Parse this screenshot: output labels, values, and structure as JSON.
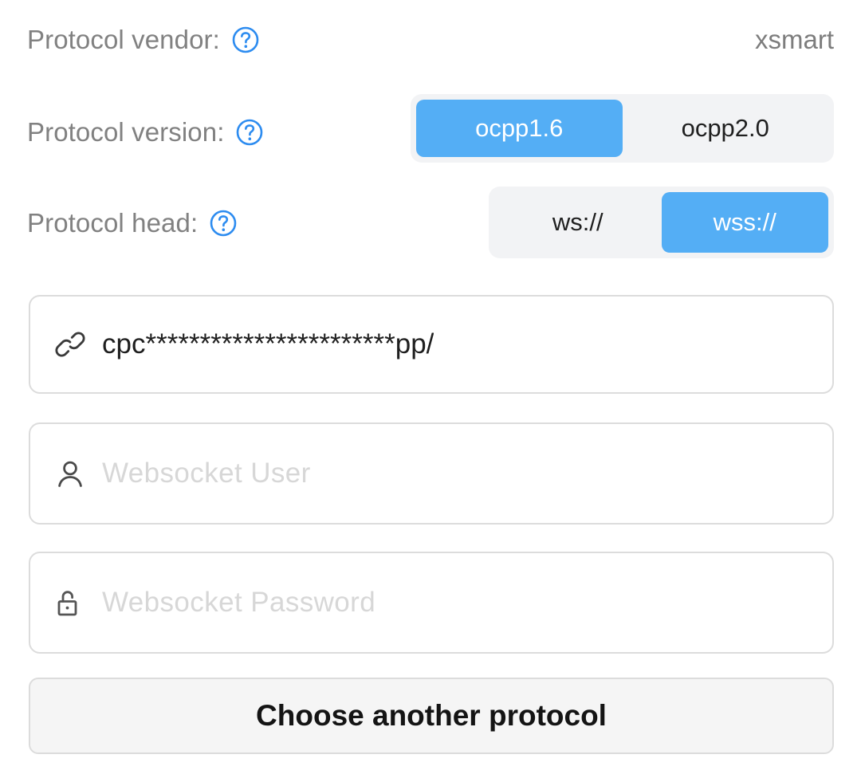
{
  "settings": {
    "vendor_row": {
      "label": "Protocol vendor:",
      "help_icon": "help-circle-icon",
      "value": "xsmart"
    },
    "version_row": {
      "label": "Protocol version:",
      "help_icon": "help-circle-icon",
      "options": [
        "ocpp1.6",
        "ocpp2.0"
      ],
      "selected": "ocpp1.6"
    },
    "head_row": {
      "label": "Protocol head:",
      "help_icon": "help-circle-icon",
      "options": [
        "ws://",
        "wss://"
      ],
      "selected": "wss://"
    }
  },
  "fields": {
    "url": {
      "icon": "link-icon",
      "value": "cpc***********************pp/",
      "placeholder": ""
    },
    "user": {
      "icon": "user-icon",
      "value": "",
      "placeholder": "Websocket User"
    },
    "password": {
      "icon": "unlocked-padlock-icon",
      "value": "",
      "placeholder": "Websocket Password"
    }
  },
  "actions": {
    "choose_protocol_label": "Choose another protocol"
  },
  "colors": {
    "accent_blue": "#54aef5",
    "help_icon_blue": "#2d8cf0",
    "track_gray": "#f2f3f5",
    "label_gray": "#818181",
    "placeholder_gray": "#d7d7d7",
    "border_gray": "#dcdcdc",
    "button_bg": "#f5f5f5",
    "text_dark": "#1f1f1f",
    "background": "#ffffff"
  }
}
